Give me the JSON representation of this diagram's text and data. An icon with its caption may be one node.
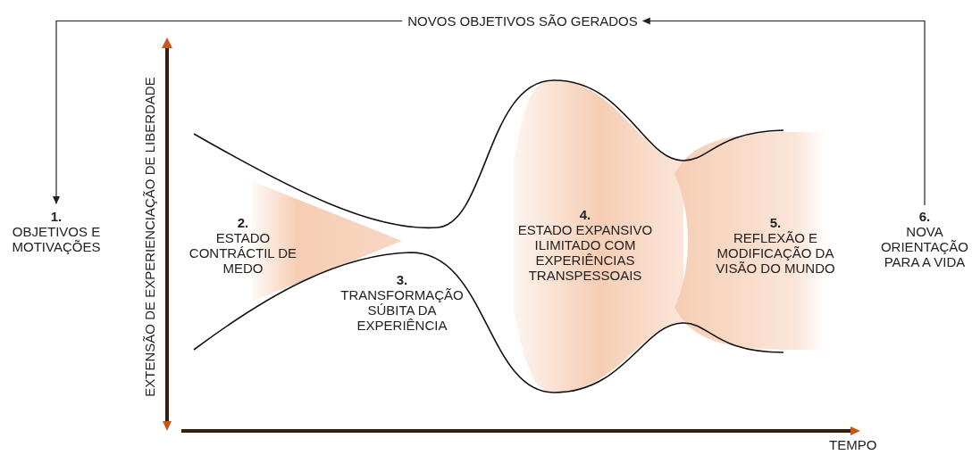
{
  "diagram": {
    "nodes": [
      {
        "text": [
          "1.",
          "OBJETIVOS E MOTIVAÇÕES"
        ]
      },
      {
        "text": [
          "2.",
          "ESTADO CONTRÁCTIL DE MEDO"
        ]
      },
      {
        "text": [
          "3.",
          "TRANSFORMAÇÃO SÚBITA DA EXPERIÊNCIA"
        ]
      },
      {
        "text": [
          "4.",
          "ESTADO EXPANSIVO ILIMITADO COM EXPERIÊNCIAS TRANSPESSOAIS"
        ]
      },
      {
        "text": [
          "5.",
          "REFLEXÃO E MODIFICAÇÃO DA VISÃO DO MUNDO"
        ]
      },
      {
        "text": [
          "6.",
          "NOVA ORIENTAÇÃO PARA A VIDA"
        ]
      },
      {
        "text": [
          "NOVOS OBJETIVOS SÃO GERADOS"
        ]
      }
    ],
    "edges": [
      {
        "from": 5,
        "to": 6,
        "arrow": "to"
      },
      {
        "from": 6,
        "to": 0,
        "arrow": "to"
      }
    ],
    "labels": [
      "EXTENSÃO DE EXPERIENCIAÇÃO DE LIBERDADE",
      "TEMPO"
    ]
  }
}
